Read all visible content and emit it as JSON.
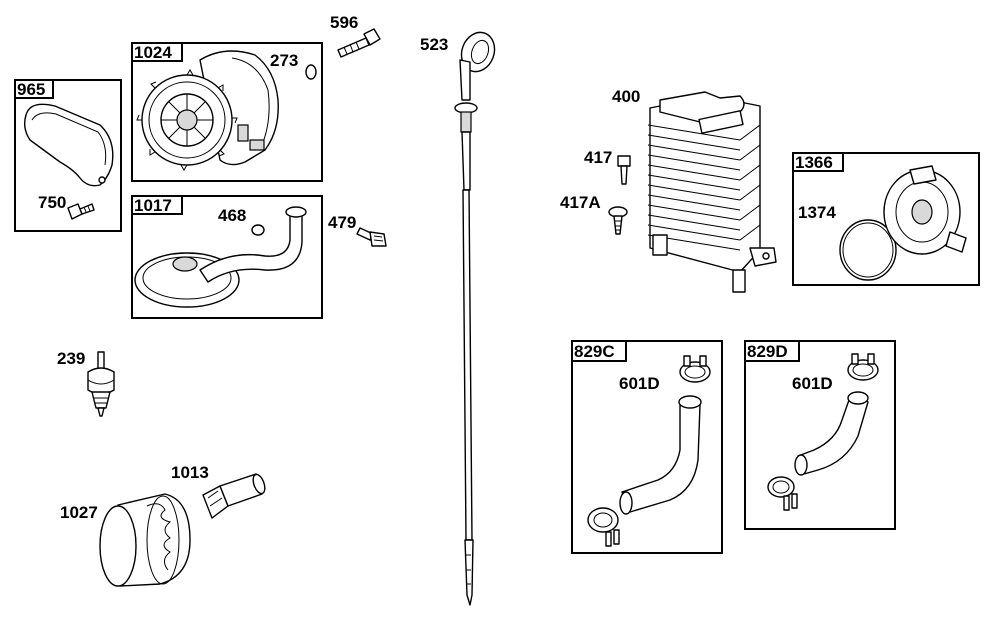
{
  "labels": {
    "p965": "965",
    "p750": "750",
    "p1024": "1024",
    "p273": "273",
    "p596": "596",
    "p1017": "1017",
    "p468": "468",
    "p479": "479",
    "p523": "523",
    "p239": "239",
    "p1013": "1013",
    "p1027": "1027",
    "p400": "400",
    "p417": "417",
    "p417a": "417A",
    "p1366": "1366",
    "p1374": "1374",
    "p829c": "829C",
    "p601d_c": "601D",
    "p829d": "829D",
    "p601d_d": "601D"
  }
}
